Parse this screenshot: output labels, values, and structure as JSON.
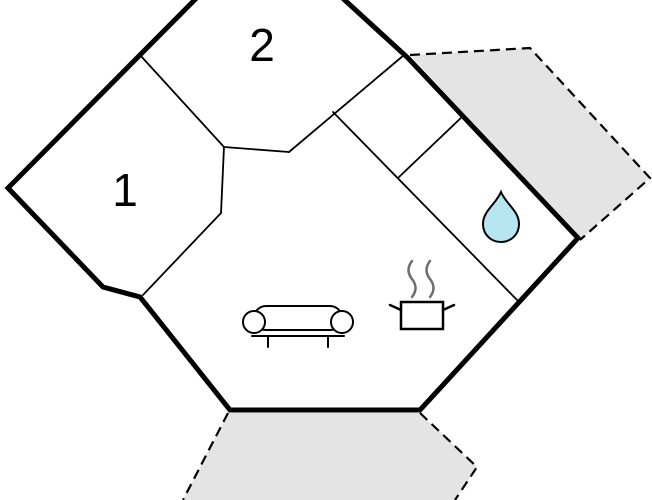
{
  "diagram": {
    "type": "floor-plan",
    "rooms": [
      {
        "label": "1"
      },
      {
        "label": "2"
      }
    ],
    "fixtures": [
      {
        "name": "sofa"
      },
      {
        "name": "cooking-pot-with-steam"
      },
      {
        "name": "water-drop"
      }
    ],
    "outdoor_areas": [
      {
        "name": "terrace-top-right"
      },
      {
        "name": "terrace-bottom"
      }
    ]
  },
  "colors": {
    "background": "#ffffff",
    "wall": "#000000",
    "terrace_fill": "#e4e4e4",
    "water_drop_fill": "#b6e7f0",
    "steam": "#6e6e6e"
  }
}
